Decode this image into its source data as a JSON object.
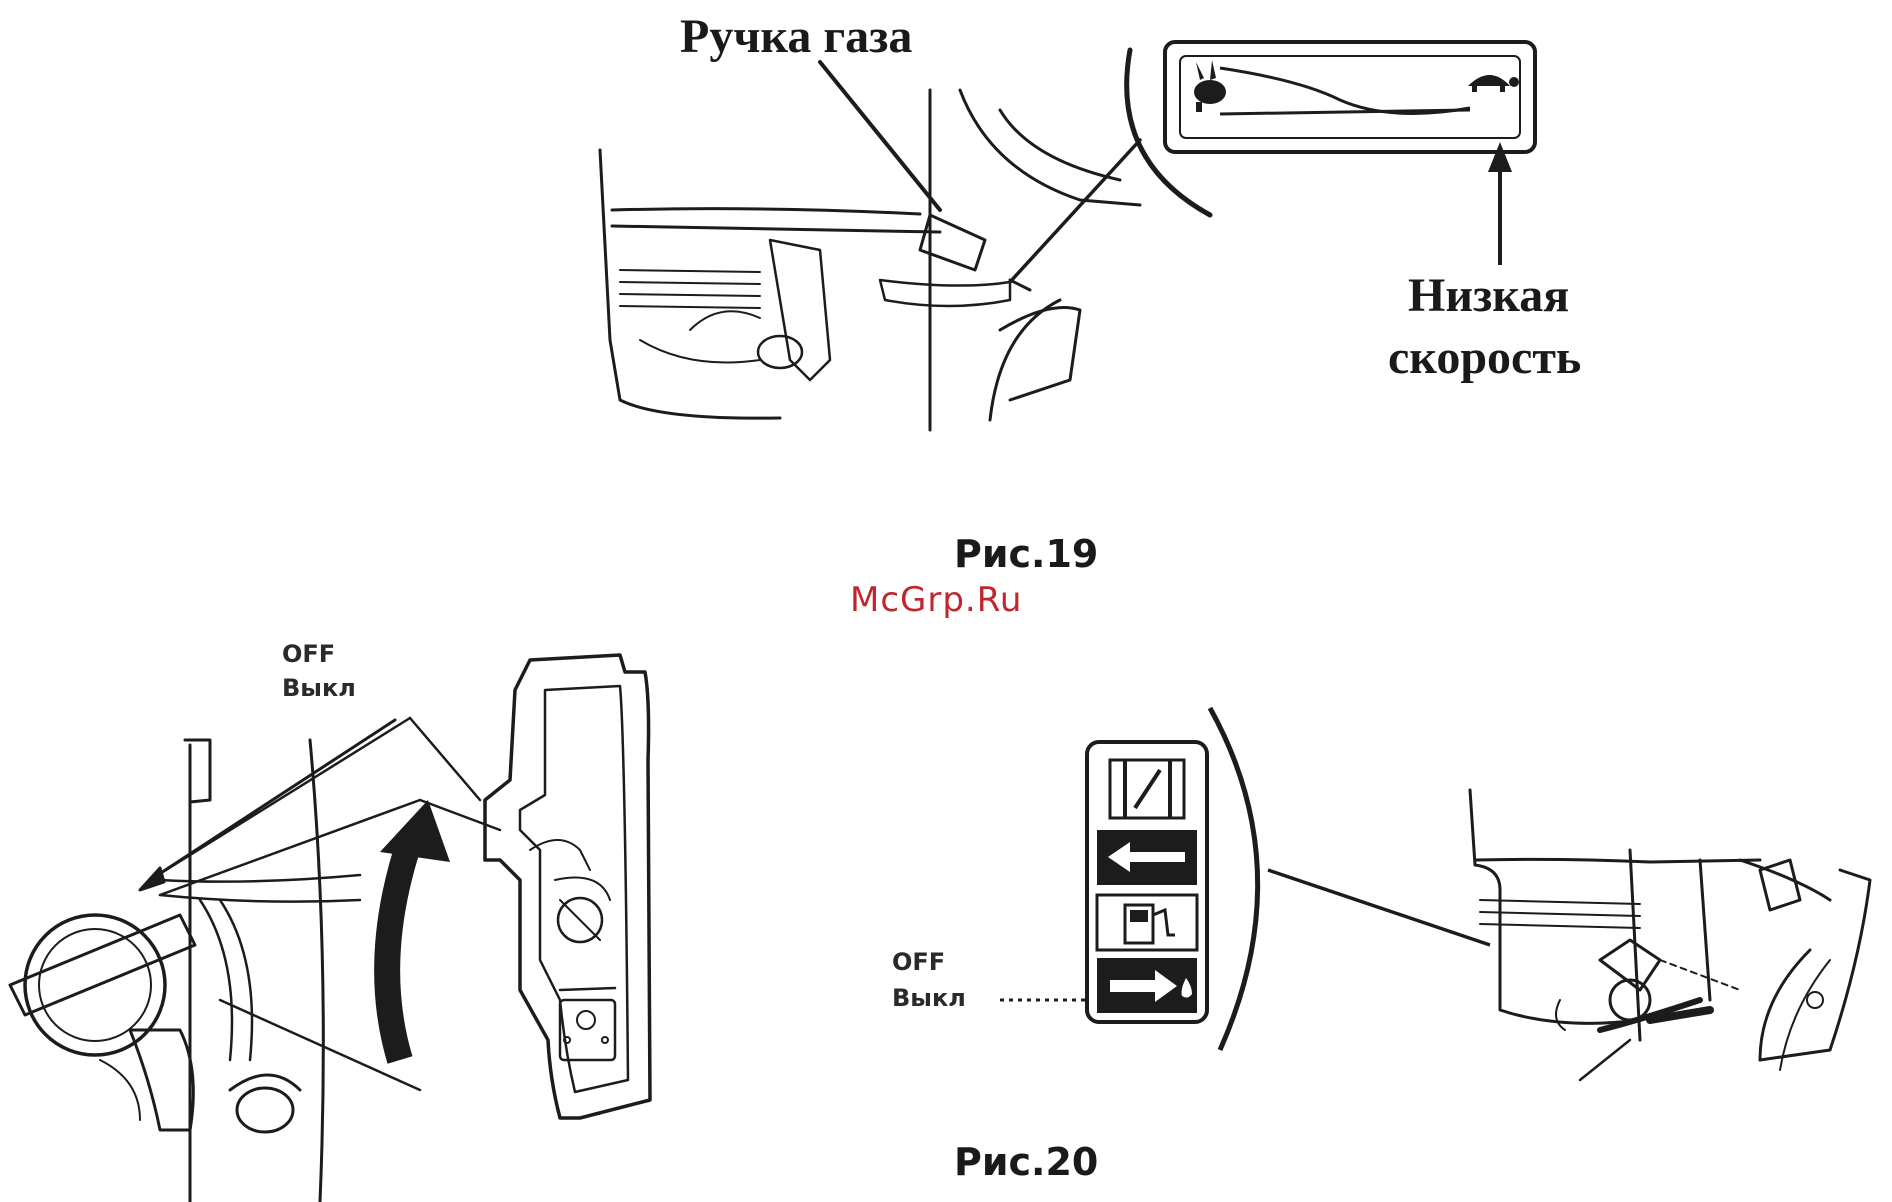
{
  "fig19": {
    "caption": "Рис.19",
    "label_throttle": "Ручка газа",
    "label_low_speed_line1": "Низкая",
    "label_low_speed_line2": "скорость",
    "plate_icons": [
      "tortoise-icon",
      "hare-icon"
    ]
  },
  "fig20": {
    "caption": "Рис.20",
    "left_off_en": "OFF",
    "left_off_ru": "Выкл",
    "right_off_en": "OFF",
    "right_off_ru": "Выкл",
    "plate_icons": [
      "choke-icon",
      "arrow-left-icon",
      "fuel-pump-icon",
      "arrow-right-fuel-icon"
    ]
  },
  "watermark": "McGrp.Ru"
}
